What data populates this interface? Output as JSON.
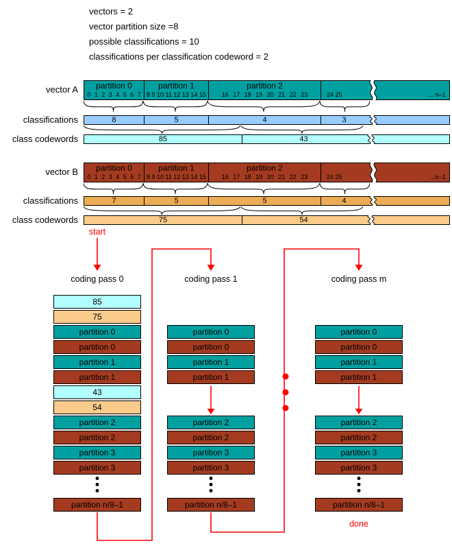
{
  "header": {
    "lines": [
      "vectors = 2",
      "vector partition size =8",
      "possible classifications = 10",
      "classifications per classification codeword = 2"
    ]
  },
  "vector_a": {
    "label": "vector A",
    "bar": {
      "partitions": [
        {
          "label": "partition 0",
          "indices": "0 1 2 3 4 5 6 7"
        },
        {
          "label": "partition 1",
          "indices": "8 9 10 11 12 13 14 15"
        },
        {
          "label": "partition 2",
          "indices": "16 17 18 19 20 21 22 23"
        },
        {
          "label": "",
          "indices": "24 25"
        }
      ],
      "tail": "... n–1"
    },
    "classifications": {
      "label": "classifications",
      "values": [
        "8",
        "5",
        "4",
        "3"
      ]
    },
    "codewords": {
      "label": "class codewords",
      "values": [
        "85",
        "43"
      ]
    }
  },
  "vector_b": {
    "label": "vector B",
    "bar": {
      "partitions": [
        {
          "label": "partition 0",
          "indices": "0 1 2 3 4 5 6 7"
        },
        {
          "label": "partition 1",
          "indices": "8 9 10 11 12 13 14 15"
        },
        {
          "label": "partition 2",
          "indices": "16 17 18 19 20 21 22 23"
        },
        {
          "label": "",
          "indices": "24 25"
        }
      ],
      "tail": "...n–1"
    },
    "classifications": {
      "label": "classifications",
      "values": [
        "7",
        "5",
        "5",
        "4"
      ]
    },
    "codewords": {
      "label": "class codewords",
      "values": [
        "75",
        "54"
      ]
    }
  },
  "flow": {
    "start_label": "start",
    "done_label": "done",
    "passes": {
      "pass0": {
        "title": "coding pass 0",
        "rows": [
          "85",
          "75",
          "partition 0",
          "partition 0",
          "partition 1",
          "partition 1",
          "43",
          "54",
          "partition 2",
          "partition 2",
          "partition 3",
          "partition 3"
        ],
        "last_row": "partition n/8–1"
      },
      "pass1": {
        "title": "coding pass 1",
        "rows_top": [
          "partition 0",
          "partition 0",
          "partition 1",
          "partition 1"
        ],
        "rows_bottom": [
          "partition 2",
          "partition 2",
          "partition 3",
          "partition 3"
        ],
        "last_row": "partition n/8–1"
      },
      "passm": {
        "title": "coding pass m",
        "rows_top": [
          "partition 0",
          "partition 0",
          "partition 1",
          "partition 1"
        ],
        "rows_bottom": [
          "partition 2",
          "partition 2",
          "partition 3",
          "partition 3"
        ],
        "last_row": "partition n/8–1"
      }
    }
  },
  "colors": {
    "vector_a_fill": "#00A0A0",
    "vector_b_fill": "#A43B20",
    "classifications_a_fill": "#99CCFF",
    "codewords_a_fill": "#B2FFFF",
    "classifications_b_fill": "#ECAC55",
    "codewords_b_fill": "#FBCB8C",
    "flow_accent": "#FF0000"
  }
}
